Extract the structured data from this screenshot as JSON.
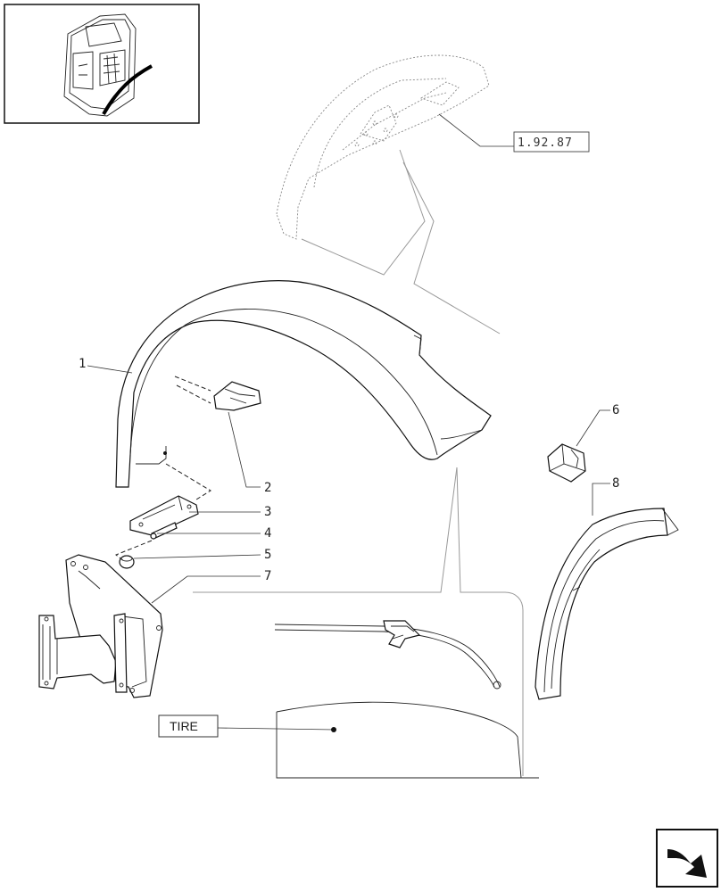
{
  "callouts": [
    {
      "id": "1",
      "text": "1"
    },
    {
      "id": "2",
      "text": "2"
    },
    {
      "id": "3",
      "text": "3"
    },
    {
      "id": "4",
      "text": "4"
    },
    {
      "id": "5",
      "text": "5"
    },
    {
      "id": "6",
      "text": "6"
    },
    {
      "id": "7",
      "text": "7"
    },
    {
      "id": "8",
      "text": "8"
    }
  ],
  "reference": {
    "text": "1.92.87"
  },
  "tire_label": {
    "text": "TIRE"
  },
  "icons": {
    "thumbnail": "tractor-cab-thumbnail-icon",
    "navigation": "next-page-arrow-icon"
  }
}
